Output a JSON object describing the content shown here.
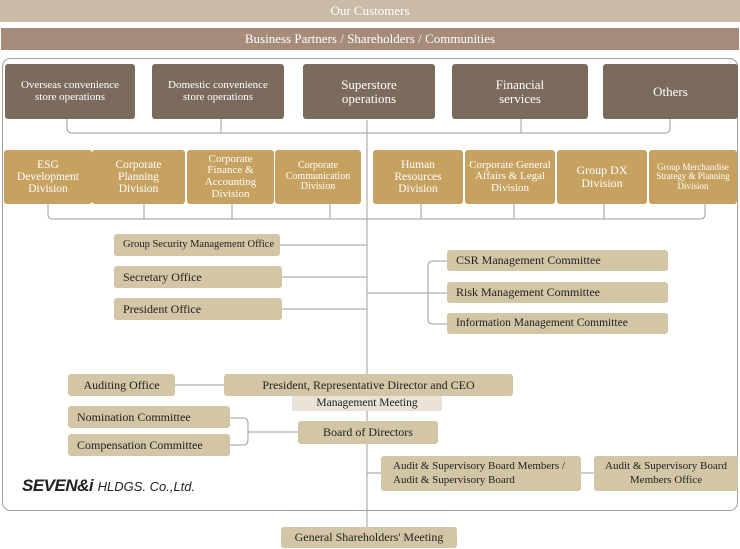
{
  "top": {
    "customers": "Our Customers",
    "partners": "Business Partners / Shareholders / Communities"
  },
  "operations": [
    "Overseas convenience store operations",
    "Domestic convenience store operations",
    "Superstore operations",
    "Financial services",
    "Others"
  ],
  "divisions_left": [
    "ESG Development Division",
    "Corporate Planning Division",
    "Corporate Finance & Accounting Division",
    "Corporate Communication Division"
  ],
  "divisions_right": [
    "Human Resources Division",
    "Corporate General Affairs & Legal Division",
    "Group DX Division",
    "Group Merchandise Strategy & Planning Division"
  ],
  "offices": {
    "security": "Group Security Management Office",
    "secretary": "Secretary Office",
    "president": "President Office"
  },
  "committees": {
    "csr": "CSR Management Committee",
    "risk": "Risk Management Committee",
    "information": "Information Management Committee"
  },
  "governance": {
    "auditing_office": "Auditing Office",
    "ceo": "President, Representative Director and CEO",
    "management_meeting": "Management Meeting",
    "nomination": "Nomination Committee",
    "compensation": "Compensation Committee",
    "board": "Board of Directors",
    "audit_board": "Audit & Supervisory Board Members / Audit & Supervisory Board",
    "audit_office": "Audit & Supervisory Board Members Office",
    "shareholders": "General Shareholders' Meeting"
  },
  "logo": {
    "main": "SEVEN&i",
    "sub": "HLDGS. Co.,Ltd."
  },
  "colors": {
    "customers_bar": "#c9bba6",
    "partners_bar": "#a68b7a",
    "operations": "#7a6b5d",
    "divisions": "#c6a15f",
    "tan_boxes": "#d3c6a6",
    "lines": "#a39e96"
  }
}
